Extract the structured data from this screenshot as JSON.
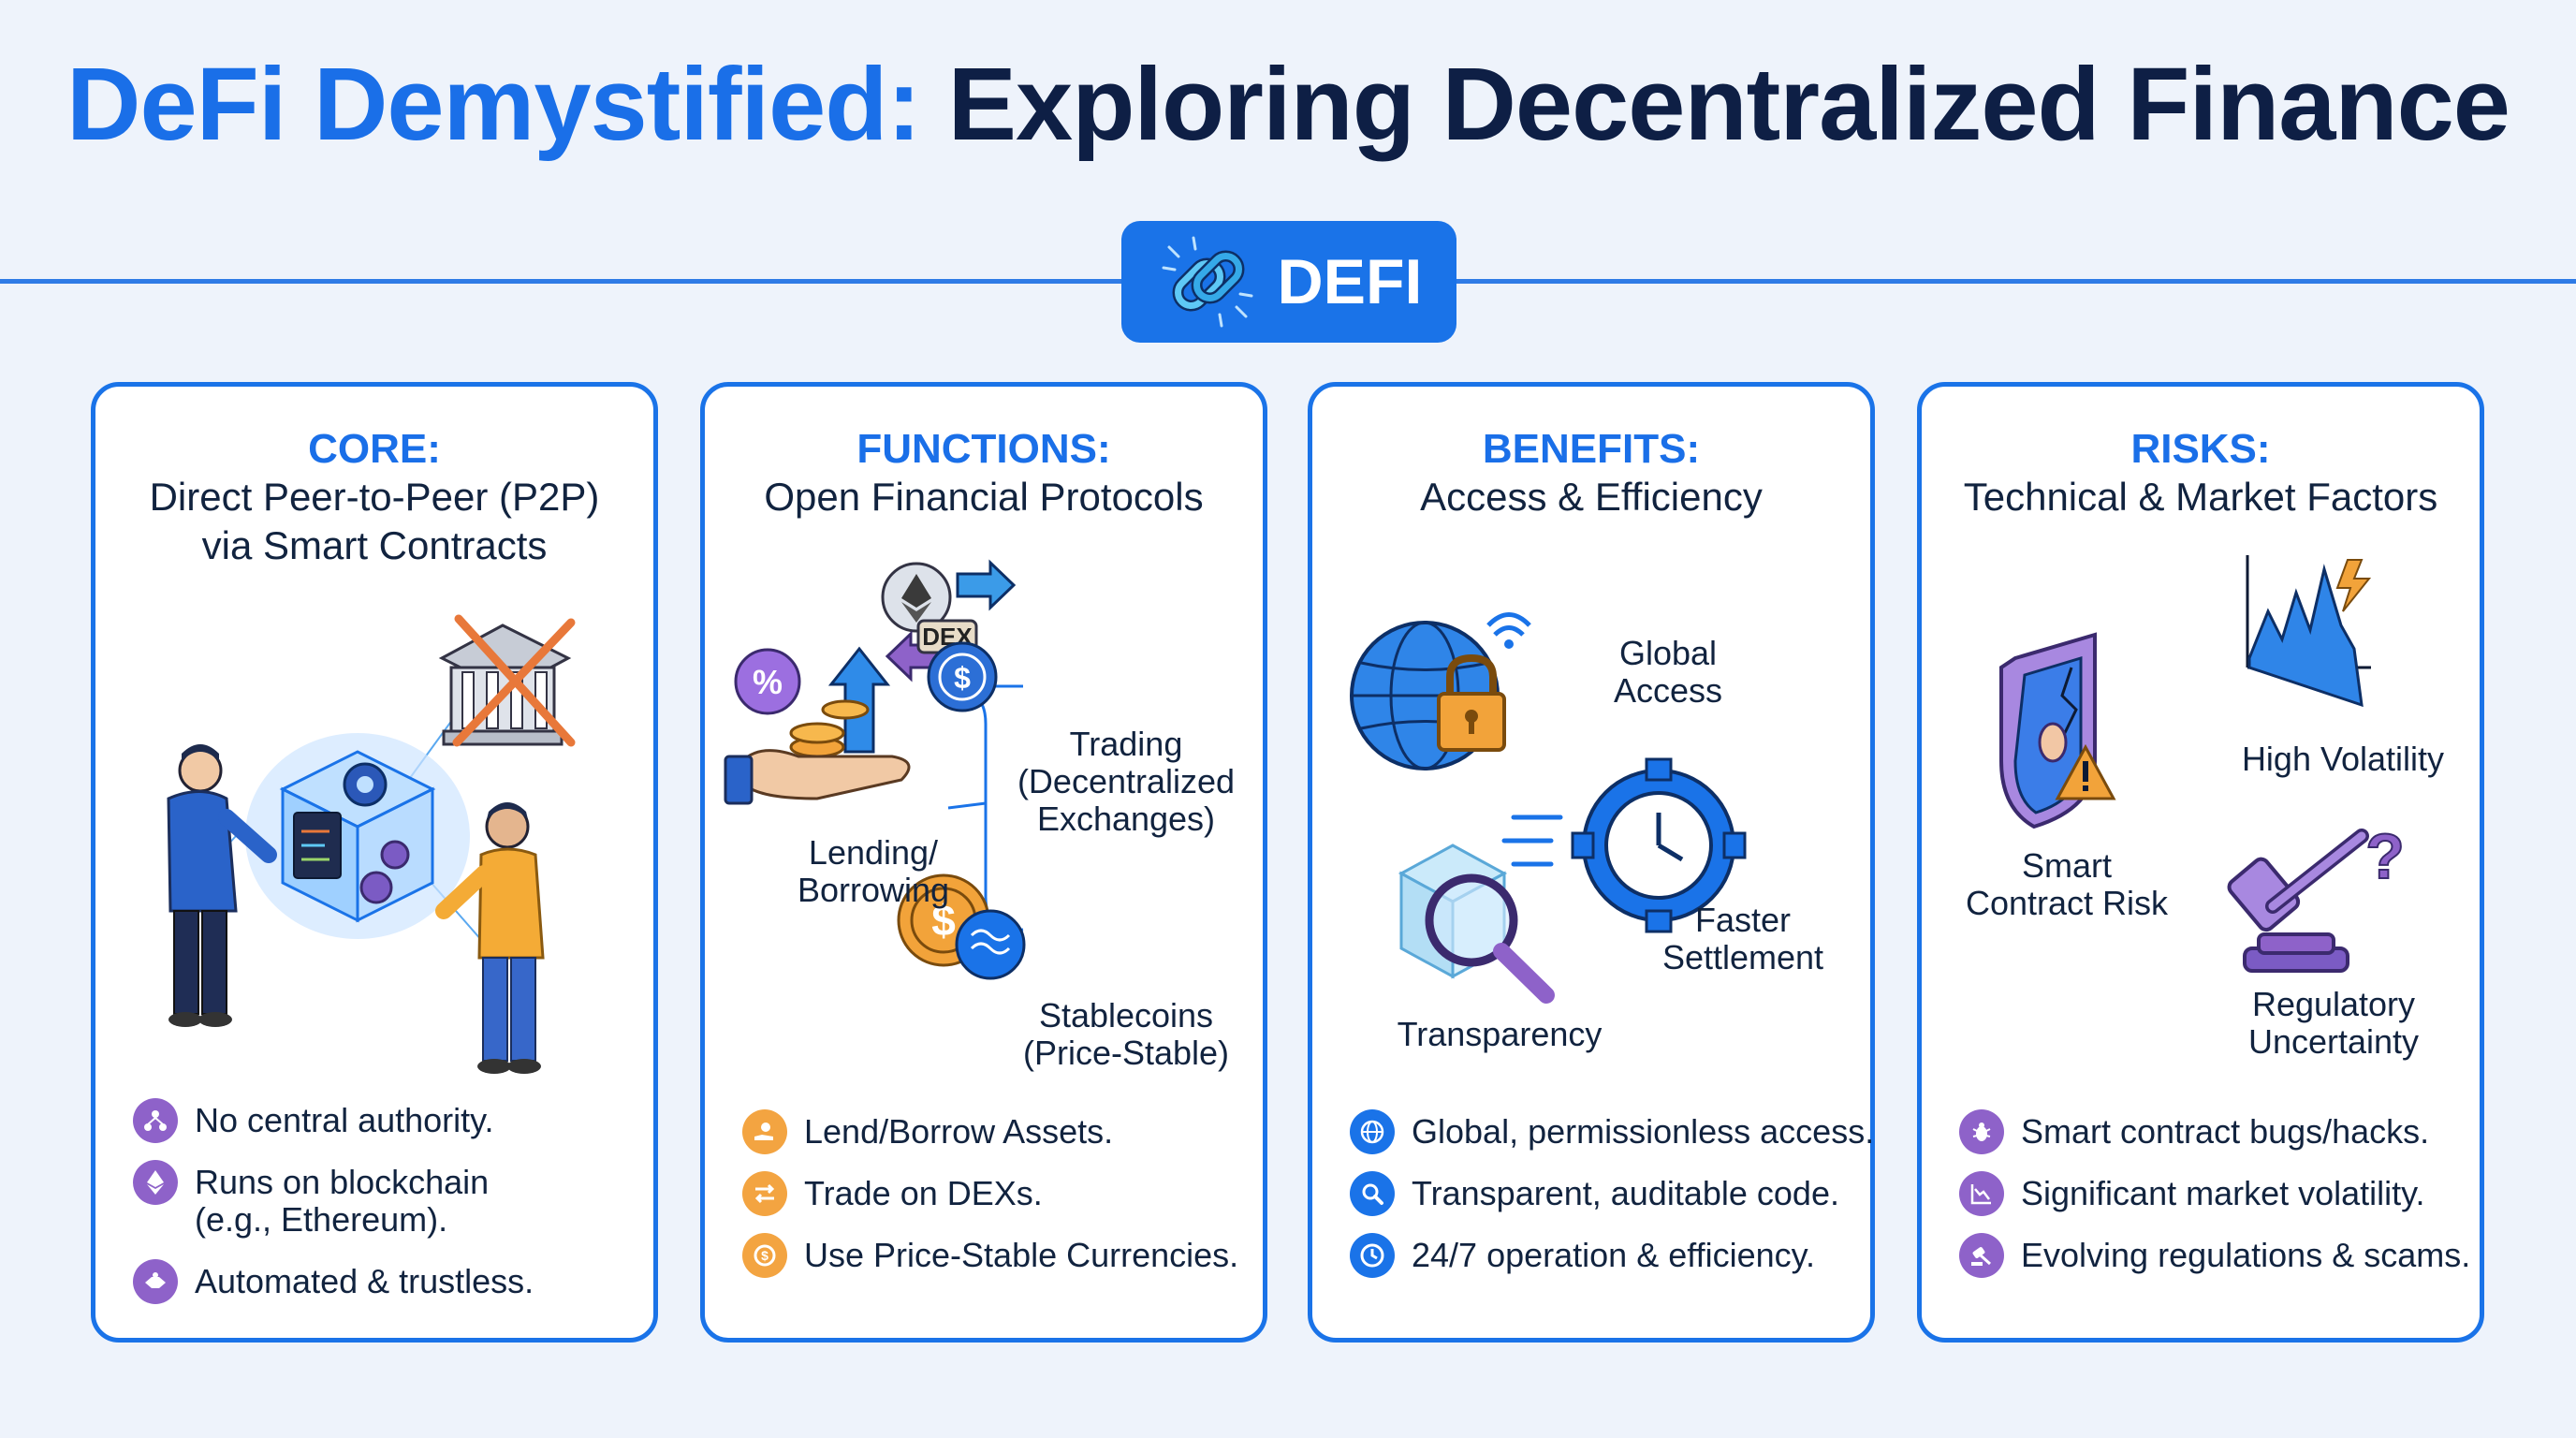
{
  "title": {
    "part1": "DeFi Demystified:",
    "part2": "Exploring Decentralized Finance"
  },
  "badge": {
    "label": "DEFI",
    "icon": "chain-link-icon"
  },
  "cards": [
    {
      "heading": "CORE:",
      "subtitle_line1": "Direct Peer-to-Peer (P2P)",
      "subtitle_line2": "via Smart Contracts",
      "bullets": [
        {
          "text1": "No central authority.",
          "icon": "network-icon"
        },
        {
          "text1": "Runs on blockchain",
          "text2": "(e.g., Ethereum).",
          "icon": "ethereum-icon"
        },
        {
          "text1": "Automated & trustless.",
          "icon": "handshake-icon"
        }
      ]
    },
    {
      "heading": "FUNCTIONS:",
      "subtitle_line1": "Open Financial Protocols",
      "labels": {
        "lending_1": "Lending/",
        "lending_2": "Borrowing",
        "trading_1": "Trading",
        "trading_2": "(Decentralized",
        "trading_3": "Exchanges)",
        "dex": "DEX",
        "stable_1": "Stablecoins",
        "stable_2": "(Price-Stable)"
      },
      "bullets": [
        {
          "text1": "Lend/Borrow Assets.",
          "icon": "hand-coin-icon"
        },
        {
          "text1": "Trade on DEXs.",
          "icon": "swap-arrows-icon"
        },
        {
          "text1": "Use Price-Stable Currencies.",
          "icon": "stable-coin-icon"
        }
      ]
    },
    {
      "heading": "BENEFITS:",
      "subtitle_line1": "Access & Efficiency",
      "labels": {
        "global_1": "Global",
        "global_2": "Access",
        "faster_1": "Faster",
        "faster_2": "Settlement",
        "transparency": "Transparency"
      },
      "bullets": [
        {
          "text1": "Global, permissionless access.",
          "icon": "globe-icon"
        },
        {
          "text1": "Transparent, auditable code.",
          "icon": "magnifier-icon"
        },
        {
          "text1": "24/7 operation & efficiency.",
          "icon": "clock-icon"
        }
      ]
    },
    {
      "heading": "RISKS:",
      "subtitle_line1": "Technical & Market Factors",
      "labels": {
        "volatility": "High Volatility",
        "smart_1": "Smart",
        "smart_2": "Contract Risk",
        "reg_1": "Regulatory",
        "reg_2": "Uncertainty"
      },
      "bullets": [
        {
          "text1": "Smart contract bugs/hacks.",
          "icon": "bug-icon"
        },
        {
          "text1": "Significant market volatility.",
          "icon": "chart-down-icon"
        },
        {
          "text1": "Evolving regulations & scams.",
          "icon": "gavel-icon"
        }
      ]
    }
  ],
  "colors": {
    "accent_blue": "#1a73e8",
    "title_dark": "#0e1f45",
    "purple": "#8e62c9",
    "orange": "#f3a441",
    "background": "#eef3fb"
  }
}
